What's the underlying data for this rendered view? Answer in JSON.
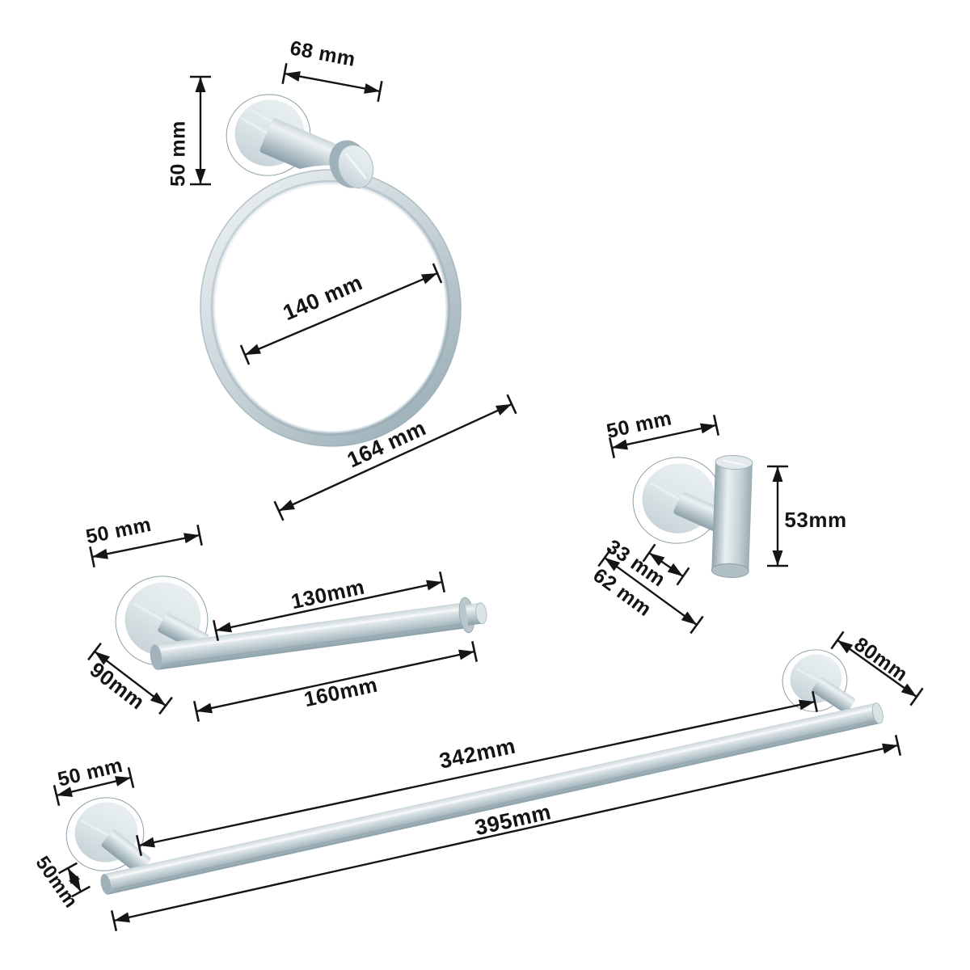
{
  "diagram": {
    "towel_ring": {
      "label_flange_width": "68 mm",
      "label_flange_height": "50 mm",
      "label_inner_diameter": "140 mm",
      "label_outer_width": "164 mm"
    },
    "toilet_paper_holder": {
      "label_flange": "50 mm",
      "label_bar_inner": "130mm",
      "label_depth": "90mm",
      "label_bar_outer": "160mm"
    },
    "robe_hook": {
      "label_flange": "50 mm",
      "label_height": "53mm",
      "label_hook_depth": "33 mm",
      "label_total_depth": "62 mm"
    },
    "towel_bar": {
      "label_flange_top": "50 mm",
      "label_flange_side": "50mm",
      "label_depth": "80mm",
      "label_bar_inner": "342mm",
      "label_bar_outer": "395mm"
    },
    "colors": {
      "background": "#ffffff",
      "dimension_ink": "#151515",
      "metal_highlight": "#eef3f4",
      "metal_mid": "#c3d0d5",
      "metal_shadow": "#8ba0a9"
    }
  }
}
